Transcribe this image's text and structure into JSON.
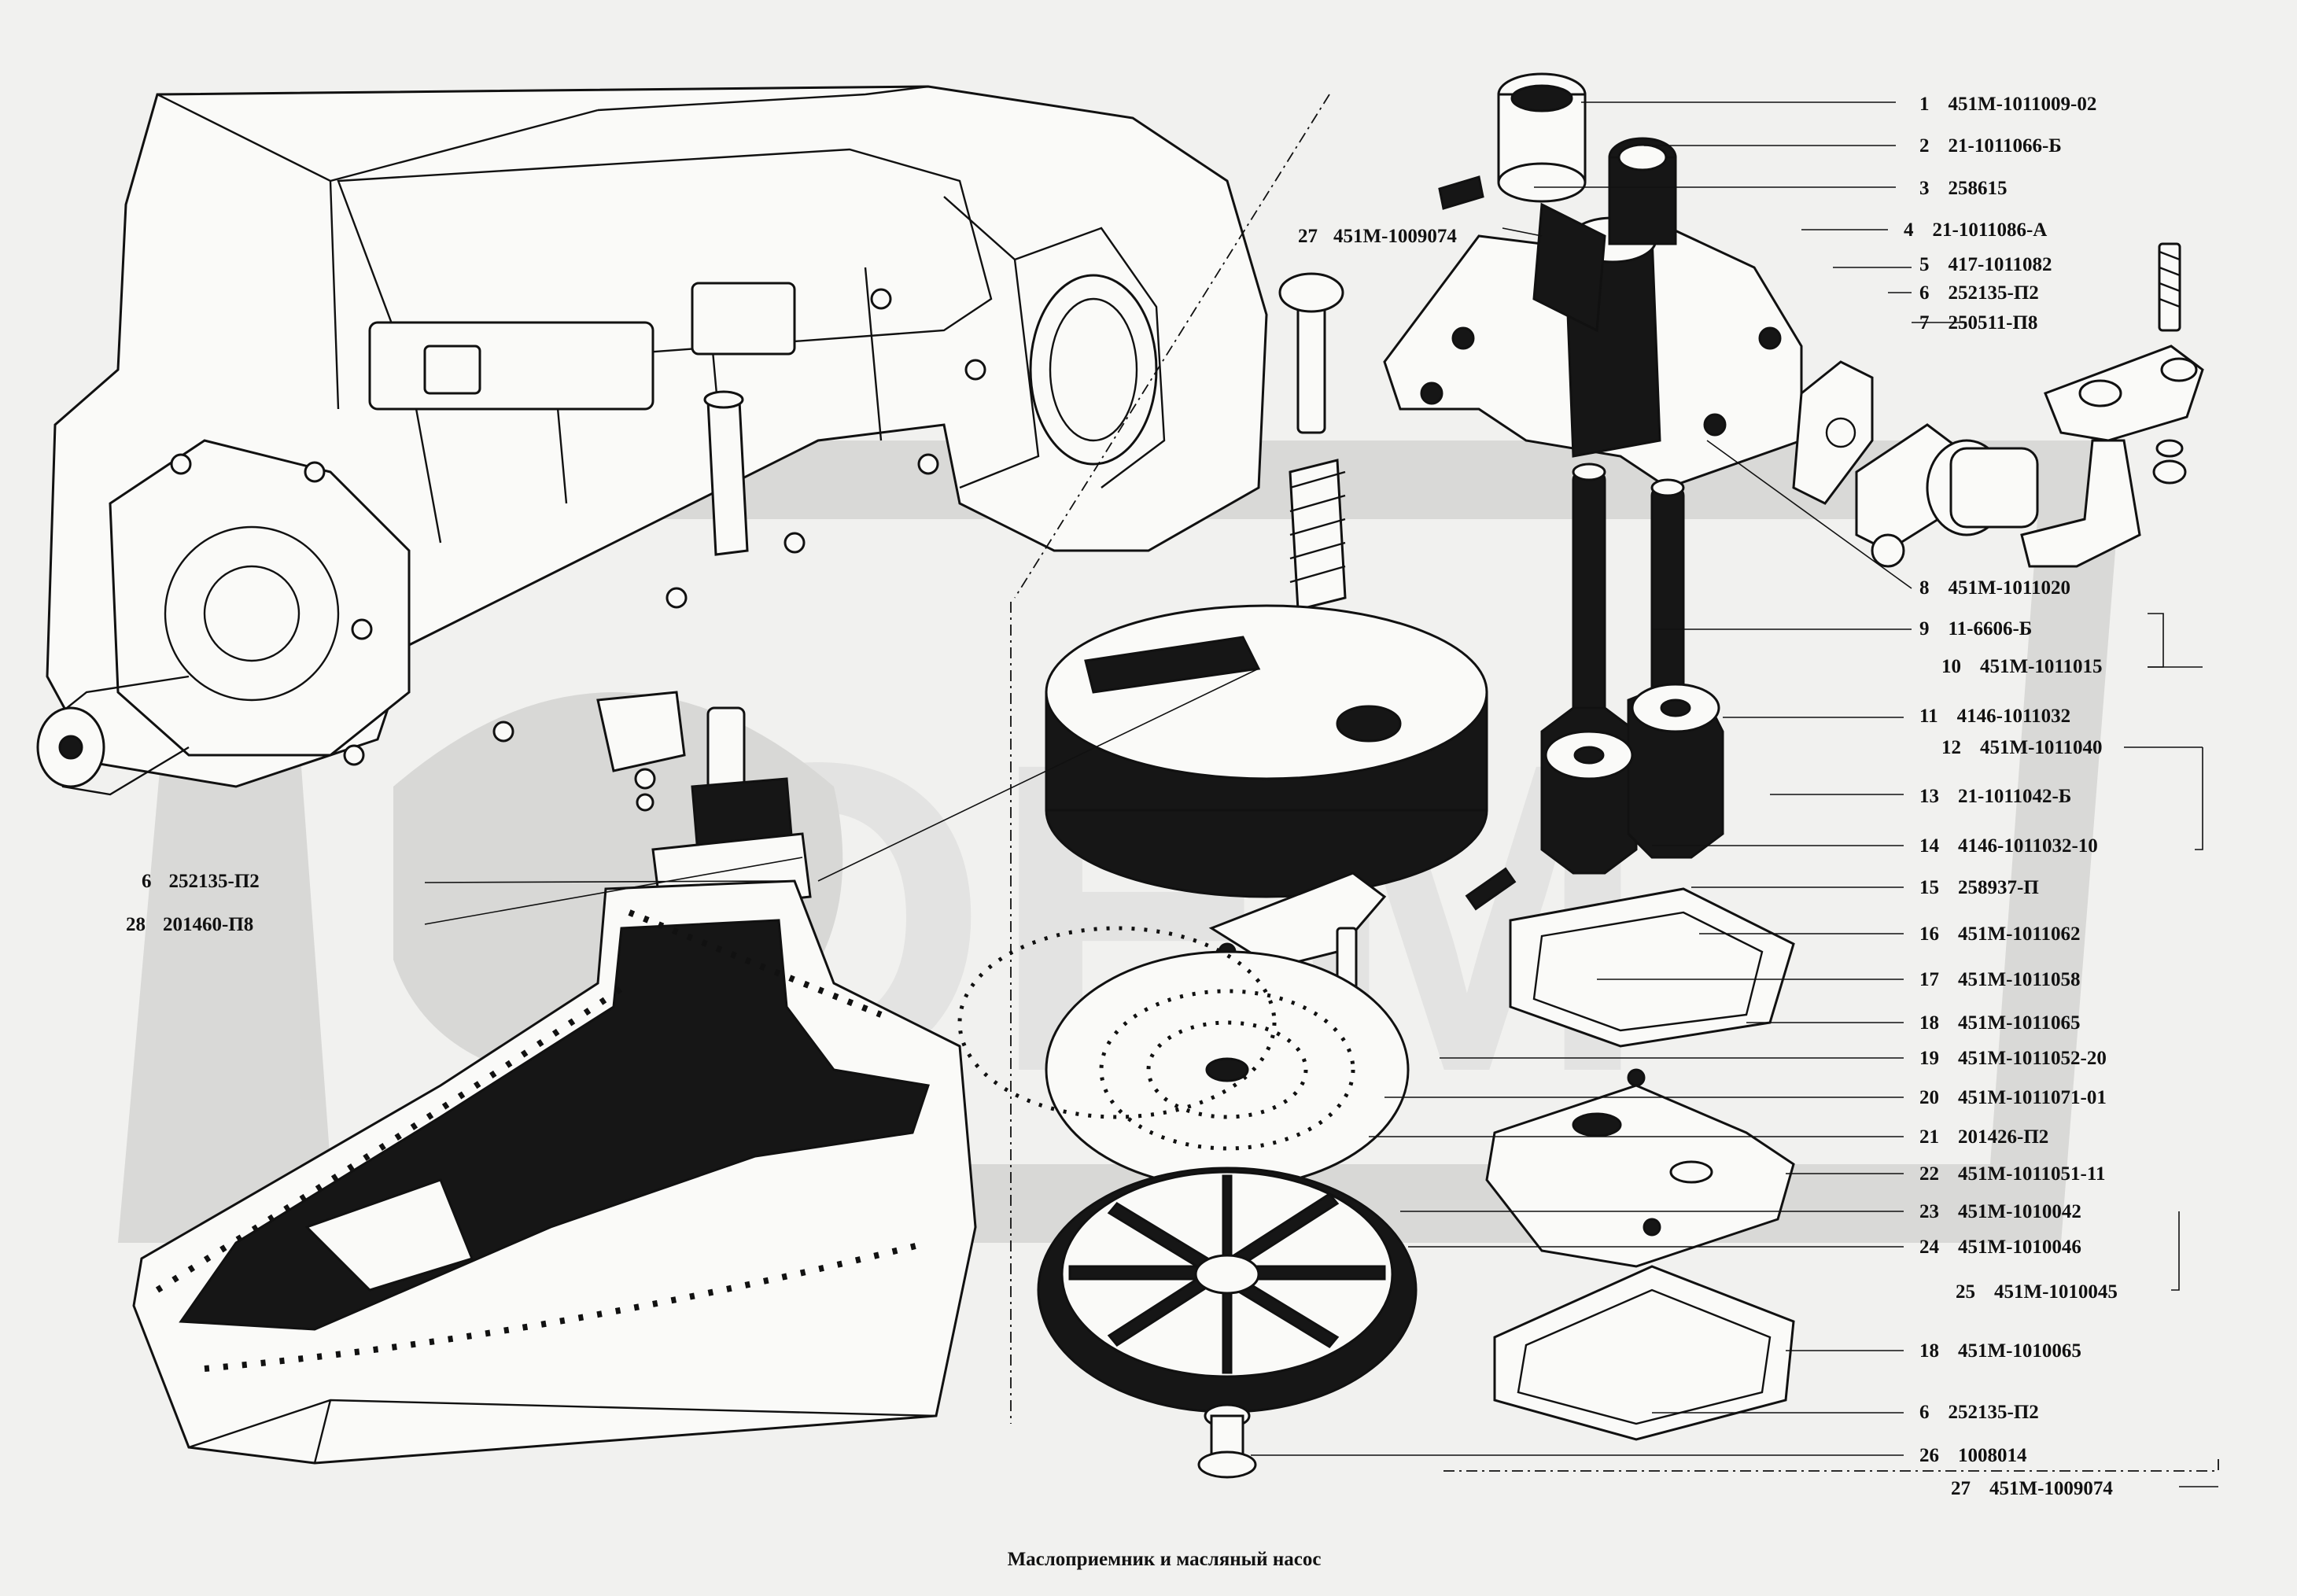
{
  "caption": "Маслоприемник  и  масляный насос",
  "watermark": "OEM",
  "callouts_right": [
    {
      "num": "1",
      "code": "451М-1011009-02"
    },
    {
      "num": "2",
      "code": "21-1011066-Б"
    },
    {
      "num": "3",
      "code": "258615"
    },
    {
      "num": "4",
      "code": "21-1011086-А"
    },
    {
      "num": "5",
      "code": "417-1011082"
    },
    {
      "num": "6",
      "code": "252135-П2"
    },
    {
      "num": "7",
      "code": "250511-П8"
    },
    {
      "num": "8",
      "code": "451М-1011020"
    },
    {
      "num": "9",
      "code": "11-6606-Б"
    },
    {
      "num": "10",
      "code": "451М-1011015"
    },
    {
      "num": "11",
      "code": "4146-1011032"
    },
    {
      "num": "12",
      "code": "451М-1011040"
    },
    {
      "num": "13",
      "code": "21-1011042-Б"
    },
    {
      "num": "14",
      "code": "4146-1011032-10"
    },
    {
      "num": "15",
      "code": "258937-П"
    },
    {
      "num": "16",
      "code": "451М-1011062"
    },
    {
      "num": "17",
      "code": "451М-1011058"
    },
    {
      "num": "18",
      "code": "451М-1011065"
    },
    {
      "num": "19",
      "code": "451М-1011052-20"
    },
    {
      "num": "20",
      "code": "451М-1011071-01"
    },
    {
      "num": "21",
      "code": "201426-П2"
    },
    {
      "num": "22",
      "code": "451М-1011051-11"
    },
    {
      "num": "23",
      "code": "451М-1010042"
    },
    {
      "num": "24",
      "code": "451М-1010046"
    },
    {
      "num": "25",
      "code": "451М-1010045"
    },
    {
      "num": "18",
      "code": "451М-1010065"
    },
    {
      "num": "6",
      "code": "252135-П2"
    },
    {
      "num": "26",
      "code": "1008014"
    },
    {
      "num": "27",
      "code": "451М-1009074"
    }
  ],
  "callout_top": {
    "num": "27",
    "code": "451М-1009074"
  },
  "callouts_left": [
    {
      "num": "6",
      "code": "252135-П2"
    },
    {
      "num": "28",
      "code": "201460-П8"
    }
  ]
}
